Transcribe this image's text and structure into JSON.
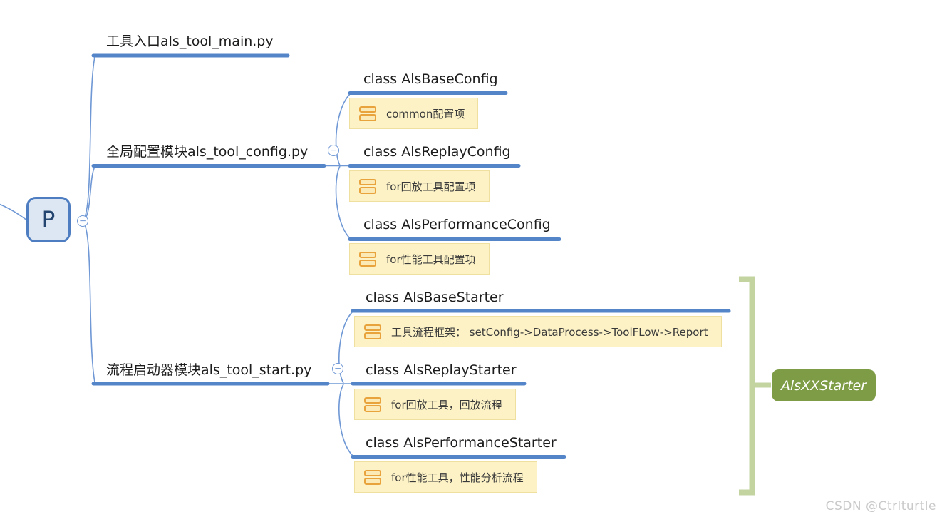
{
  "root": {
    "label": "P"
  },
  "toggle_glyph": "−",
  "branches": [
    {
      "label": "工具入口als_tool_main.py"
    },
    {
      "label": "全局配置模块als_tool_config.py",
      "children": [
        {
          "label": "class AlsBaseConfig",
          "note": "common配置项"
        },
        {
          "label": "class AlsReplayConfig",
          "note": "for回放工具配置项"
        },
        {
          "label": "class AlsPerformanceConfig",
          "note": "for性能工具配置项"
        }
      ]
    },
    {
      "label": "流程启动器模块als_tool_start.py",
      "children": [
        {
          "label": "class AlsBaseStarter",
          "note": "工具流程框架： setConfig->DataProcess->ToolFLow->Report"
        },
        {
          "label": "class AlsReplayStarter",
          "note": "for回放工具，回放流程"
        },
        {
          "label": "class AlsPerformanceStarter",
          "note": "for性能工具，性能分析流程"
        }
      ]
    }
  ],
  "summary": {
    "label": "AlsXXStarter"
  },
  "watermark": "CSDN @Ctrlturtle",
  "colors": {
    "branch_line": "#5585c9",
    "thin_line": "#6f98d5",
    "root_fill": "#dde6f3",
    "root_border": "#4e7ec1",
    "note_fill": "#fcf2c6",
    "note_border": "#efe0a0",
    "note_icon": "#e8a33c",
    "summary_fill": "#7d9c45",
    "bracket_green": "#c3d4a0",
    "watermark_gray": "#c9c9c9"
  }
}
